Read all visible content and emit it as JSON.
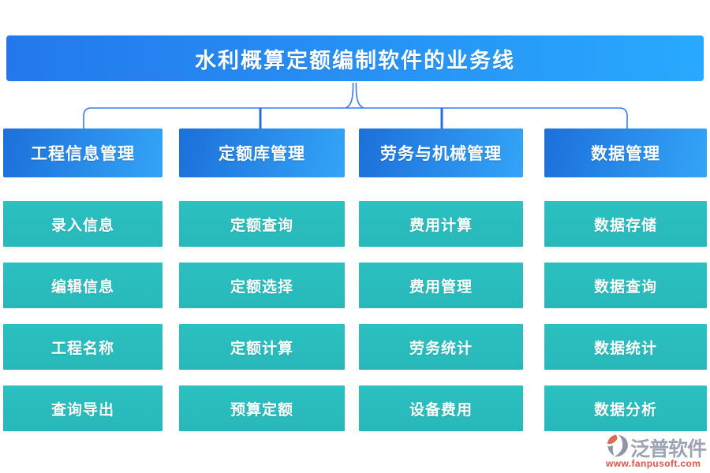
{
  "title": "水利概算定额编制软件的业务线",
  "columns": [
    {
      "header": "工程信息管理",
      "items": [
        "录入信息",
        "编辑信息",
        "工程名称",
        "查询导出"
      ]
    },
    {
      "header": "定额库管理",
      "items": [
        "定额查询",
        "定额选择",
        "定额计算",
        "预算定额"
      ]
    },
    {
      "header": "劳务与机械管理",
      "items": [
        "费用计算",
        "费用管理",
        "劳务统计",
        "设备费用"
      ]
    },
    {
      "header": "数据管理",
      "items": [
        "数据存储",
        "数据查询",
        "数据统计",
        "数据分析"
      ]
    }
  ],
  "watermark": {
    "brand": "泛普软件",
    "url": "www.fanpusoft.com"
  },
  "colors": {
    "title_gradient_start": "#2478EC",
    "title_gradient_end": "#28A9FE",
    "header_gradient_start": "#1C70DA",
    "header_gradient_end": "#33A4F7",
    "leaf_teal": "#2ABDBE",
    "connector": "#3B7CE8",
    "connector_drop": "#2E6EDC",
    "watermark_brand_gray": "#9CA4B4",
    "watermark_url_red": "#DF5549",
    "logo_orange": "#DD6A52",
    "logo_gray": "#8D95A8"
  }
}
